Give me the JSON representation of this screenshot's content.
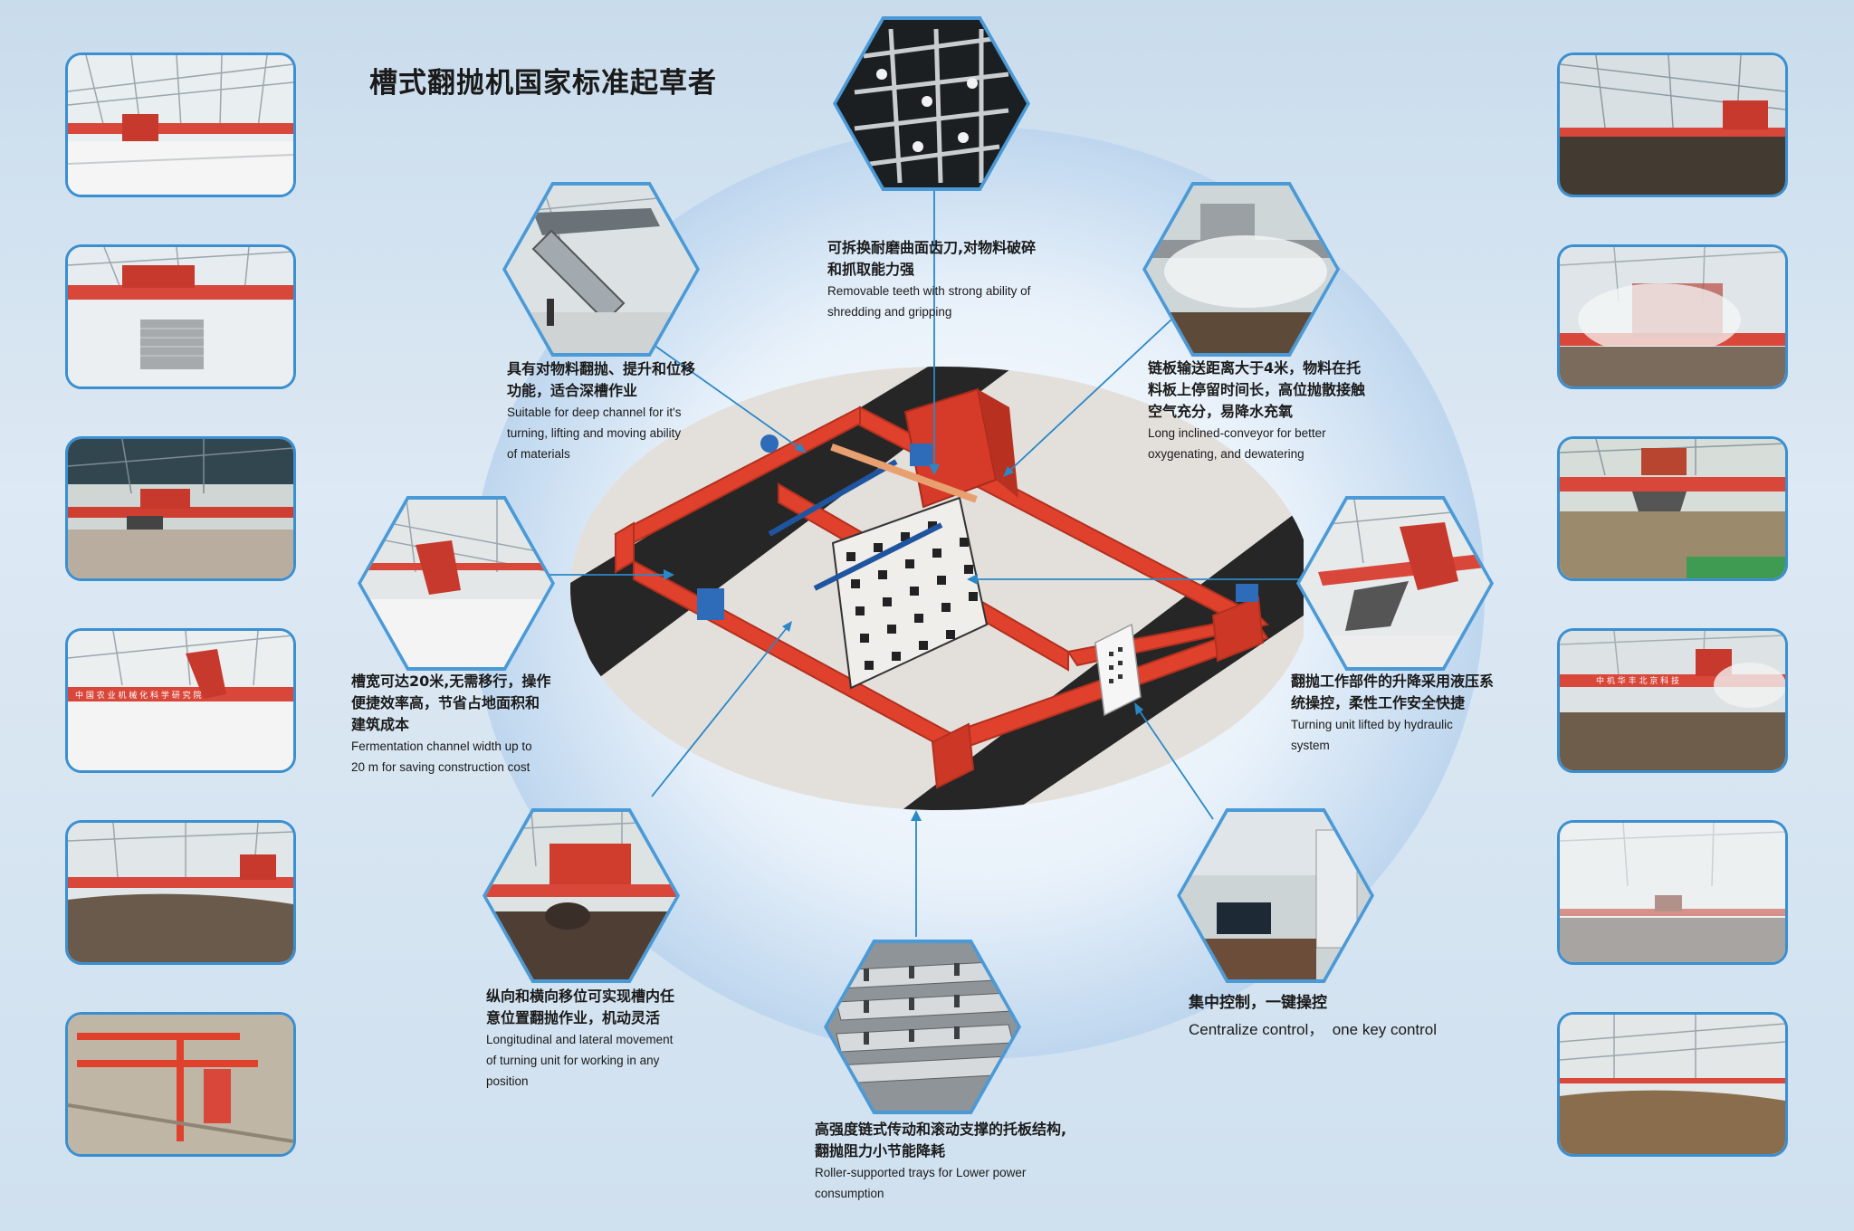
{
  "title": "槽式翻抛机国家标准起草者",
  "features": [
    {
      "id": "teeth",
      "zh": "可拆换耐磨曲面齿刀,对物料破碎\n和抓取能力强",
      "en": "Removable teeth with strong ability of\nshredding and gripping"
    },
    {
      "id": "deep",
      "zh": "具有对物料翻抛、提升和位移\n功能，适合深槽作业",
      "en": "Suitable for deep channel for it's\nturning, lifting and moving ability\nof materials"
    },
    {
      "id": "conveyor",
      "zh": "链板输送距离大于4米，物料在托\n料板上停留时间长，高位抛散接触\n空气充分，易降水充氧",
      "en": "Long inclined-conveyor for better\noxygenating, and dewatering"
    },
    {
      "id": "width",
      "zh": "槽宽可达20米,无需移行，操作\n便捷效率高，节省占地面积和\n建筑成本",
      "en": "Fermentation channel width up to\n20 m for saving construction cost"
    },
    {
      "id": "hydraulic",
      "zh": "翻抛工作部件的升降采用液压系\n统操控，柔性工作安全快捷",
      "en": "Turning unit lifted by hydraulic\nsystem"
    },
    {
      "id": "movement",
      "zh": "纵向和横向移位可实现槽内任\n意位置翻抛作业，机动灵活",
      "en": "Longitudinal and lateral movement\nof turning unit for working in any\nposition"
    },
    {
      "id": "control",
      "zh": "集中控制，一键操控",
      "en": "Centralize control，  one key control"
    },
    {
      "id": "trays",
      "zh": "高强度链式传动和滚动支撑的托板结构,\n翻抛阻力小节能降耗",
      "en": "Roller-supported trays for Lower power\nconsumption"
    }
  ],
  "photo_banners": {
    "left_4": "中 国 农 业 机 械 化 科 学 研 究 院",
    "right_4": "中 机 华 丰 北 京 科 技"
  },
  "colors": {
    "accent": "#3a8fd0",
    "machine_red": "#e0412c",
    "background": "#d4e4f1"
  }
}
